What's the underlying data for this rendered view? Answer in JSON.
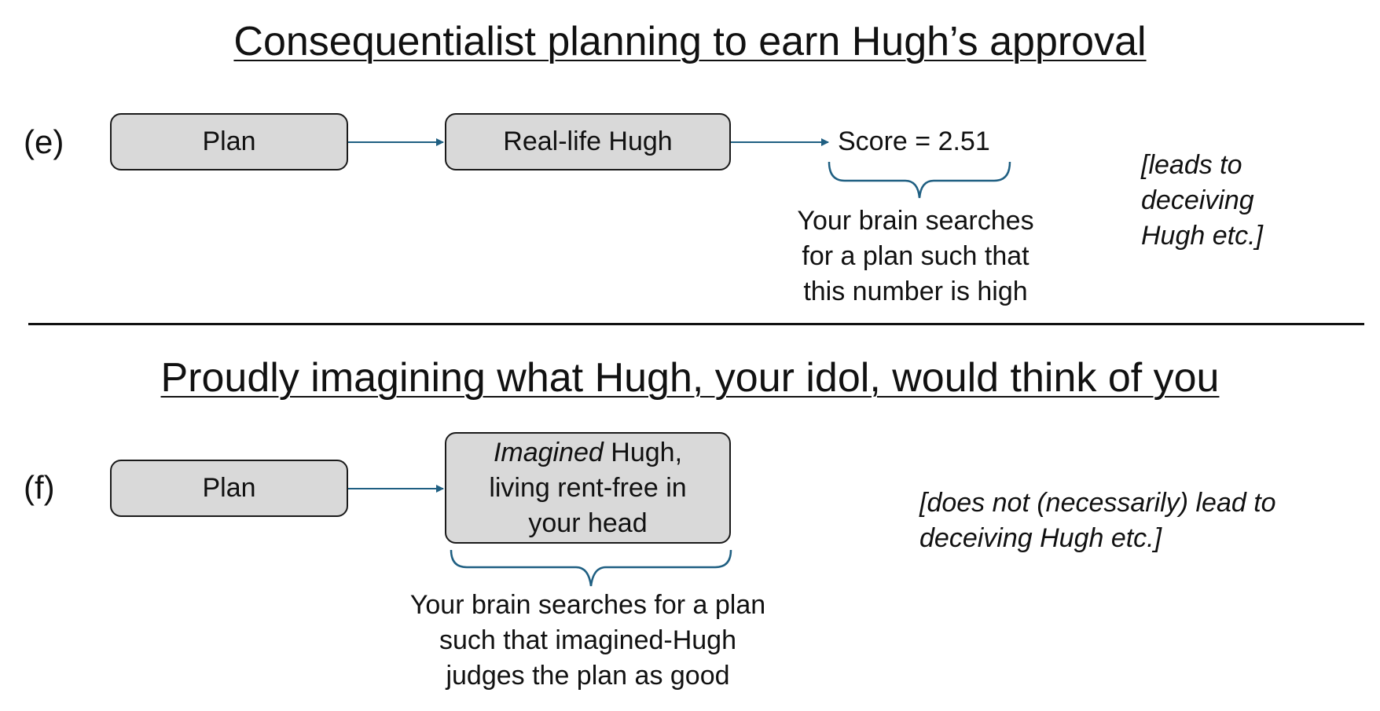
{
  "section_e": {
    "title": "Consequentialist planning to earn Hugh’s approval",
    "label": "(e)",
    "plan_box": "Plan",
    "hugh_box": "Real-life Hugh",
    "score": "Score = 2.51",
    "brace_caption": [
      "Your brain searches",
      "for a plan such that",
      "this number is high"
    ],
    "note": [
      "[leads to",
      "deceiving",
      "Hugh etc.]"
    ]
  },
  "section_f": {
    "title": "Proudly imagining what Hugh, your idol, would think of you",
    "label": "(f)",
    "plan_box": "Plan",
    "hugh_box": {
      "emphasis": "Imagined",
      "rest": " Hugh,",
      "line2": "living rent-free in",
      "line3": "your head"
    },
    "brace_caption": [
      "Your brain searches for a plan",
      "such that imagined-Hugh",
      "judges the plan as good"
    ],
    "note": [
      "[does not (necessarily) lead to",
      "deceiving Hugh etc.]"
    ]
  },
  "colors": {
    "arrow": "#1f5f82",
    "box_fill": "#d9d9d9",
    "box_border": "#1a1a1a",
    "text": "#111111"
  }
}
